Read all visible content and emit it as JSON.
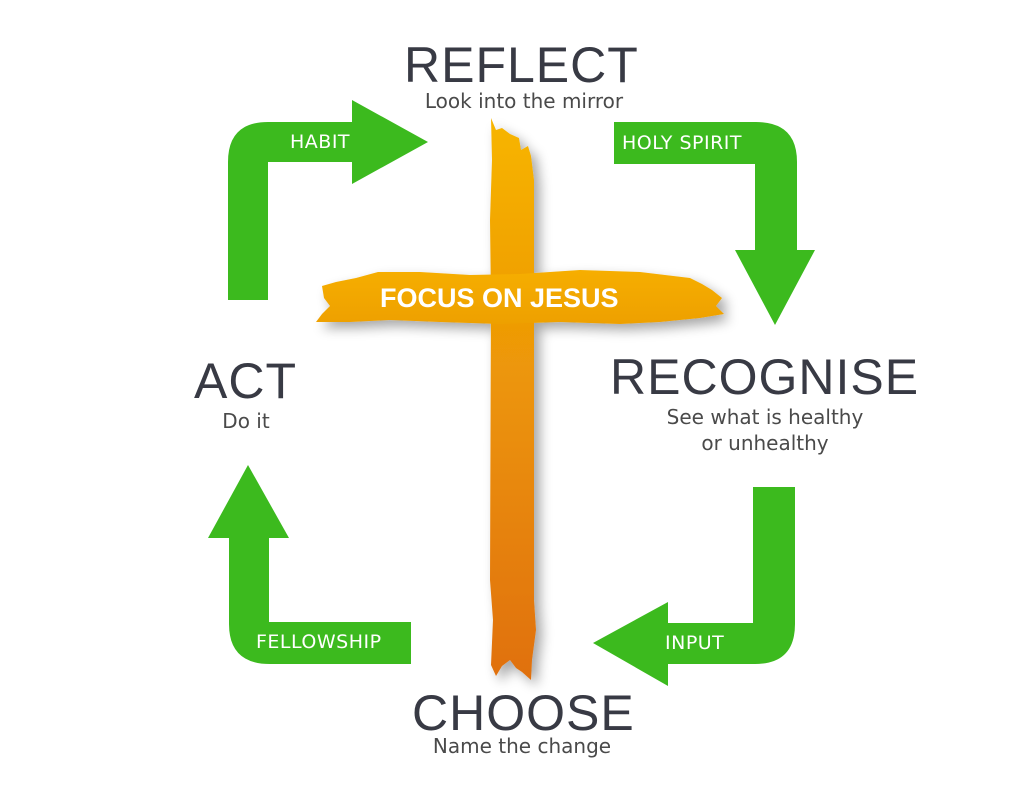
{
  "colors": {
    "arrow_green": "#3cba1e",
    "cross_top": "#f7b500",
    "cross_bottom": "#e07010",
    "stage_text": "#383a44"
  },
  "center": {
    "label": "FOCUS ON JESUS",
    "icon": "cross-icon"
  },
  "stages": {
    "reflect": {
      "title": "REFLECT",
      "subtitle": "Look into the mirror"
    },
    "recognise": {
      "title": "RECOGNISE",
      "subtitle_line1": "See what is healthy",
      "subtitle_line2": "or unhealthy"
    },
    "choose": {
      "title": "CHOOSE",
      "subtitle": "Name the change"
    },
    "act": {
      "title": "ACT",
      "subtitle": "Do it"
    }
  },
  "arrows": {
    "habit": "HABIT",
    "holy_spirit": "HOLY SPIRIT",
    "input": "INPUT",
    "fellowship": "FELLOWSHIP"
  }
}
